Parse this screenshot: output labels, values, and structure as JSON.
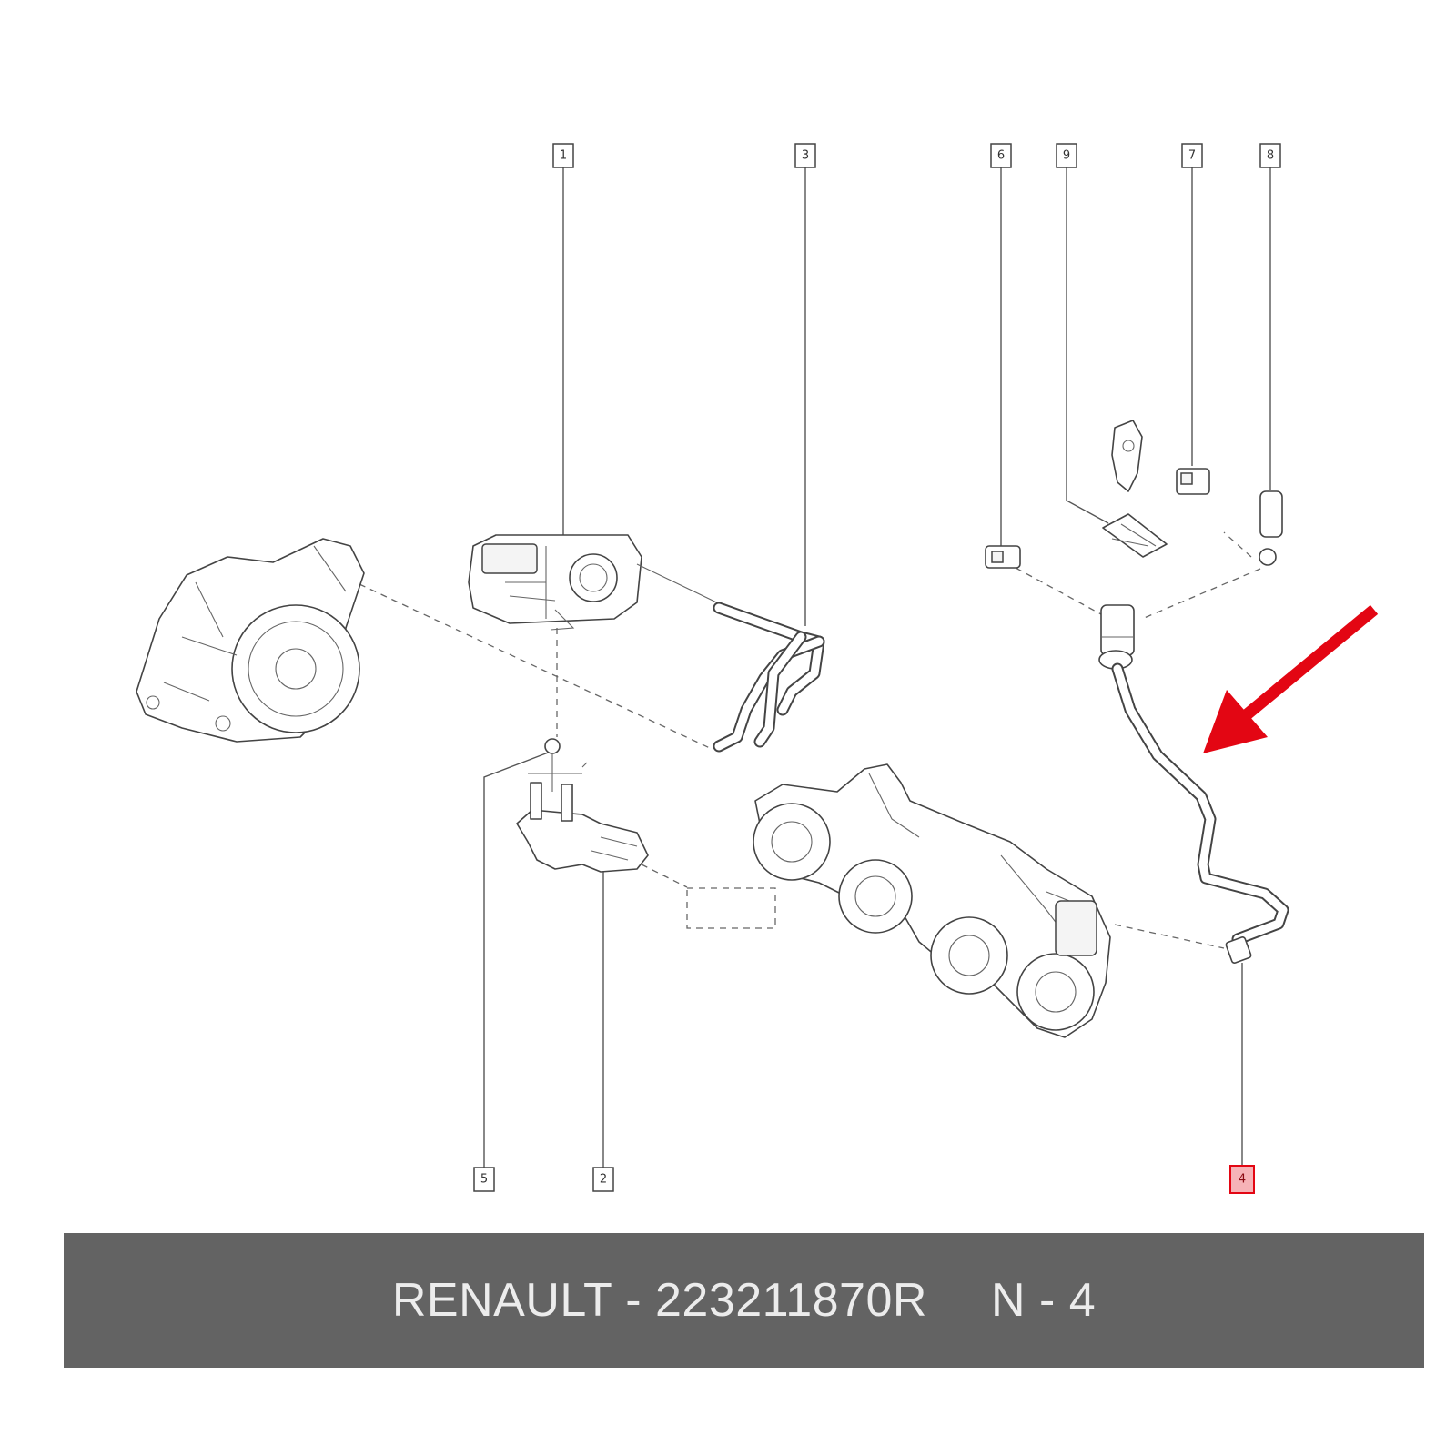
{
  "footer": {
    "brand_part": "RENAULT - 223211870R",
    "position": "N - 4"
  },
  "callouts": {
    "c1": "1",
    "c3": "3",
    "c6": "6",
    "c9": "9",
    "c7": "7",
    "c8": "8",
    "c5": "5",
    "c2": "2",
    "c4": "4"
  },
  "colors": {
    "highlight": "#e30613",
    "highlight_fill": "#f6b3b7",
    "footer_bg": "#636363"
  },
  "icons": {
    "pointer": "red-arrow-icon"
  }
}
